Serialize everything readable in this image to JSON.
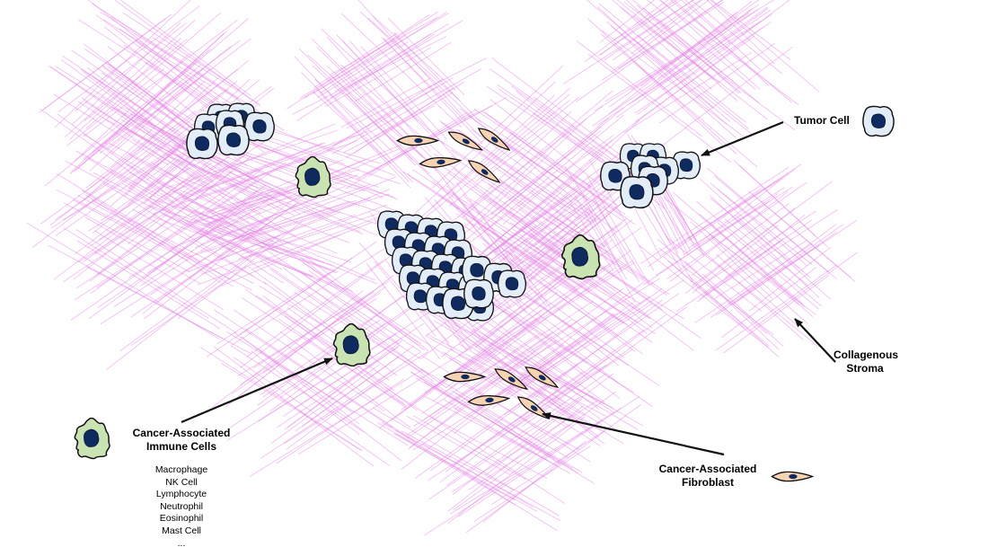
{
  "labels": {
    "tumor_cell": "Tumor Cell",
    "collagenous_stroma_line1": "Collagenous",
    "collagenous_stroma_line2": "Stroma",
    "fibroblast_line1": "Cancer-Associated",
    "fibroblast_line2": "Fibroblast",
    "immune_line1": "Cancer-Associated",
    "immune_line2": "Immune Cells"
  },
  "immune_cell_types": [
    "Macrophage",
    "NK Cell",
    "Lymphocyte",
    "Neutrophil",
    "Eosinophil",
    "Mast Cell",
    "..."
  ],
  "colors": {
    "stroma_fibers": "#e58ae6",
    "tumor_cell_fill": "#e3edf8",
    "nucleus": "#0f2a5e",
    "immune_cell_fill": "#c9e3b2",
    "fibroblast_fill": "#f5d3b3",
    "outline": "#111111"
  }
}
